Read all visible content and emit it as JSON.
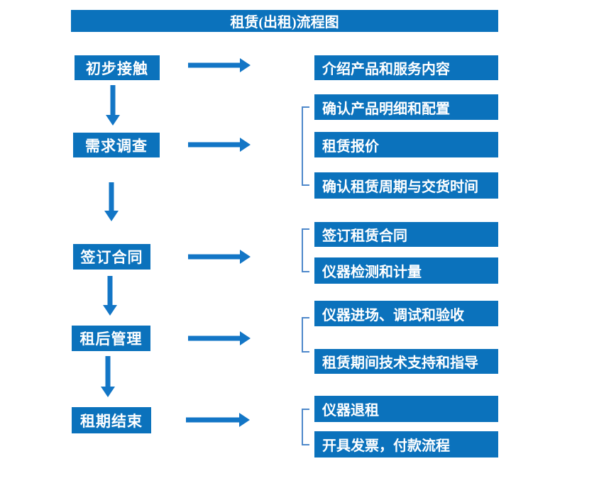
{
  "title": "租赁(出租)流程图",
  "colors": {
    "box": "#0B72BC",
    "arrow": "#1376C6",
    "bracket": "#4E88CA",
    "text-on-box": "#FFFFFF",
    "background": "#FFFFFF"
  },
  "stages": [
    {
      "label": "初步接触",
      "details": [
        "介绍产品和服务内容"
      ]
    },
    {
      "label": "需求调查",
      "details": [
        "确认产品明细和配置",
        "租赁报价",
        "确认租赁周期与交货时间"
      ]
    },
    {
      "label": "签订合同",
      "details": [
        "签订租赁合同",
        "仪器检测和计量"
      ]
    },
    {
      "label": "租后管理",
      "details": [
        "仪器进场、调试和验收",
        "租赁期间技术支持和指导"
      ]
    },
    {
      "label": "租期结束",
      "details": [
        "仪器退租",
        "开具发票，付款流程"
      ]
    }
  ]
}
